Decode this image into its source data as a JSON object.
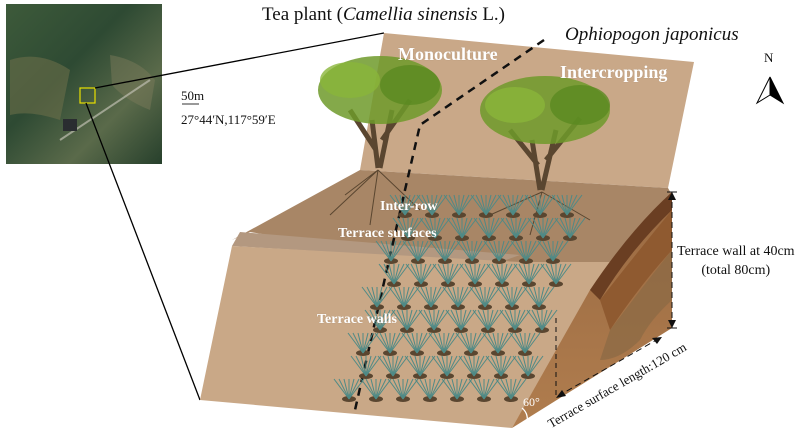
{
  "title_tea": {
    "prefix": "Tea plant (",
    "species": "Camellia sinensis",
    "suffix": " L.)"
  },
  "title_intercrop_species": "Ophiopogon japonicus",
  "panel_labels": {
    "left": "Monoculture",
    "right": "Intercropping"
  },
  "inset_map": {
    "scale_label": "50m",
    "coordinates": "27°44′N,117°59′E"
  },
  "compass": {
    "label": "N"
  },
  "surface_labels": {
    "inter_row": "Inter-row",
    "terrace_surfaces": "Terrace surfaces",
    "terrace_walls": "Terrace walls"
  },
  "dimensions": {
    "wall_height_line1": "Terrace wall at 40cm",
    "wall_height_line2": "(total 80cm)",
    "surface_length": "Terrace surface length:120 cm",
    "angle": "60°"
  },
  "colors": {
    "backdrop": "#c9a888",
    "surface_top": "#a88666",
    "wall_face": "#c9a887",
    "ledge": "#b39880",
    "soil_dark": "#7a4a2a",
    "soil_mid": "#8f6440",
    "soil_light": "#b07a48",
    "leaf": "#6f9a2a",
    "grass": "#4f8a86"
  }
}
